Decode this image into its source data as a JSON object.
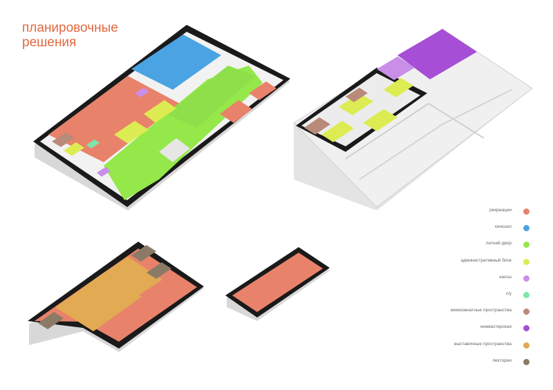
{
  "title": {
    "line1": "планировочные",
    "line2": "решения"
  },
  "legend": [
    {
      "label": "рекреации",
      "color": "#e9826a"
    },
    {
      "label": "кинозал",
      "color": "#4aa4e3"
    },
    {
      "label": "летний двор",
      "color": "#94e84a"
    },
    {
      "label": "административный блок",
      "color": "#dcec52"
    },
    {
      "label": "кассы",
      "color": "#c98ee8"
    },
    {
      "label": "с/у",
      "color": "#7ee6a8"
    },
    {
      "label": "межкомнатные пространства",
      "color": "#b98a7a"
    },
    {
      "label": "кинмастерская",
      "color": "#a64fd6"
    },
    {
      "label": "выставочные пространства",
      "color": "#e2aa52"
    },
    {
      "label": "лектории",
      "color": "#8a7a66"
    }
  ]
}
